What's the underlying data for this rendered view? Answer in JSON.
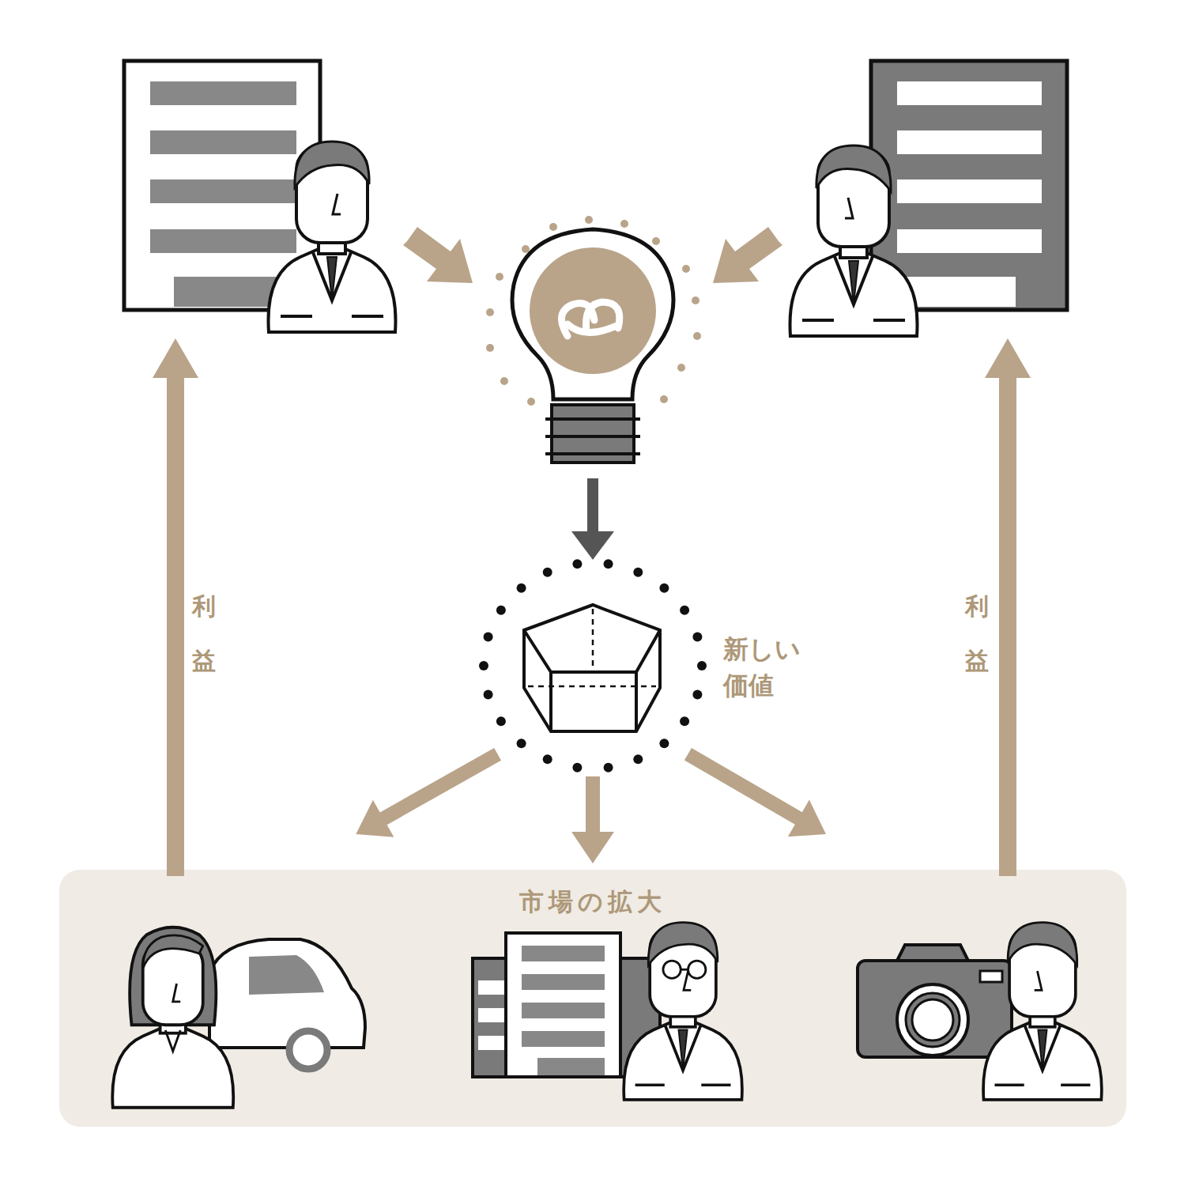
{
  "diagram": {
    "nodes": [
      {
        "text": [
          "新しい 価値"
        ]
      },
      {
        "text": [
          "市場の拡大"
        ]
      }
    ],
    "edges": [
      {
        "from": 0,
        "to": 1,
        "arrow": "to"
      },
      {
        "from": 0,
        "to": 1,
        "arrow": "to"
      },
      {
        "from": 0,
        "to": 1,
        "arrow": "to"
      }
    ],
    "labels": [
      "利益",
      "利益"
    ]
  }
}
